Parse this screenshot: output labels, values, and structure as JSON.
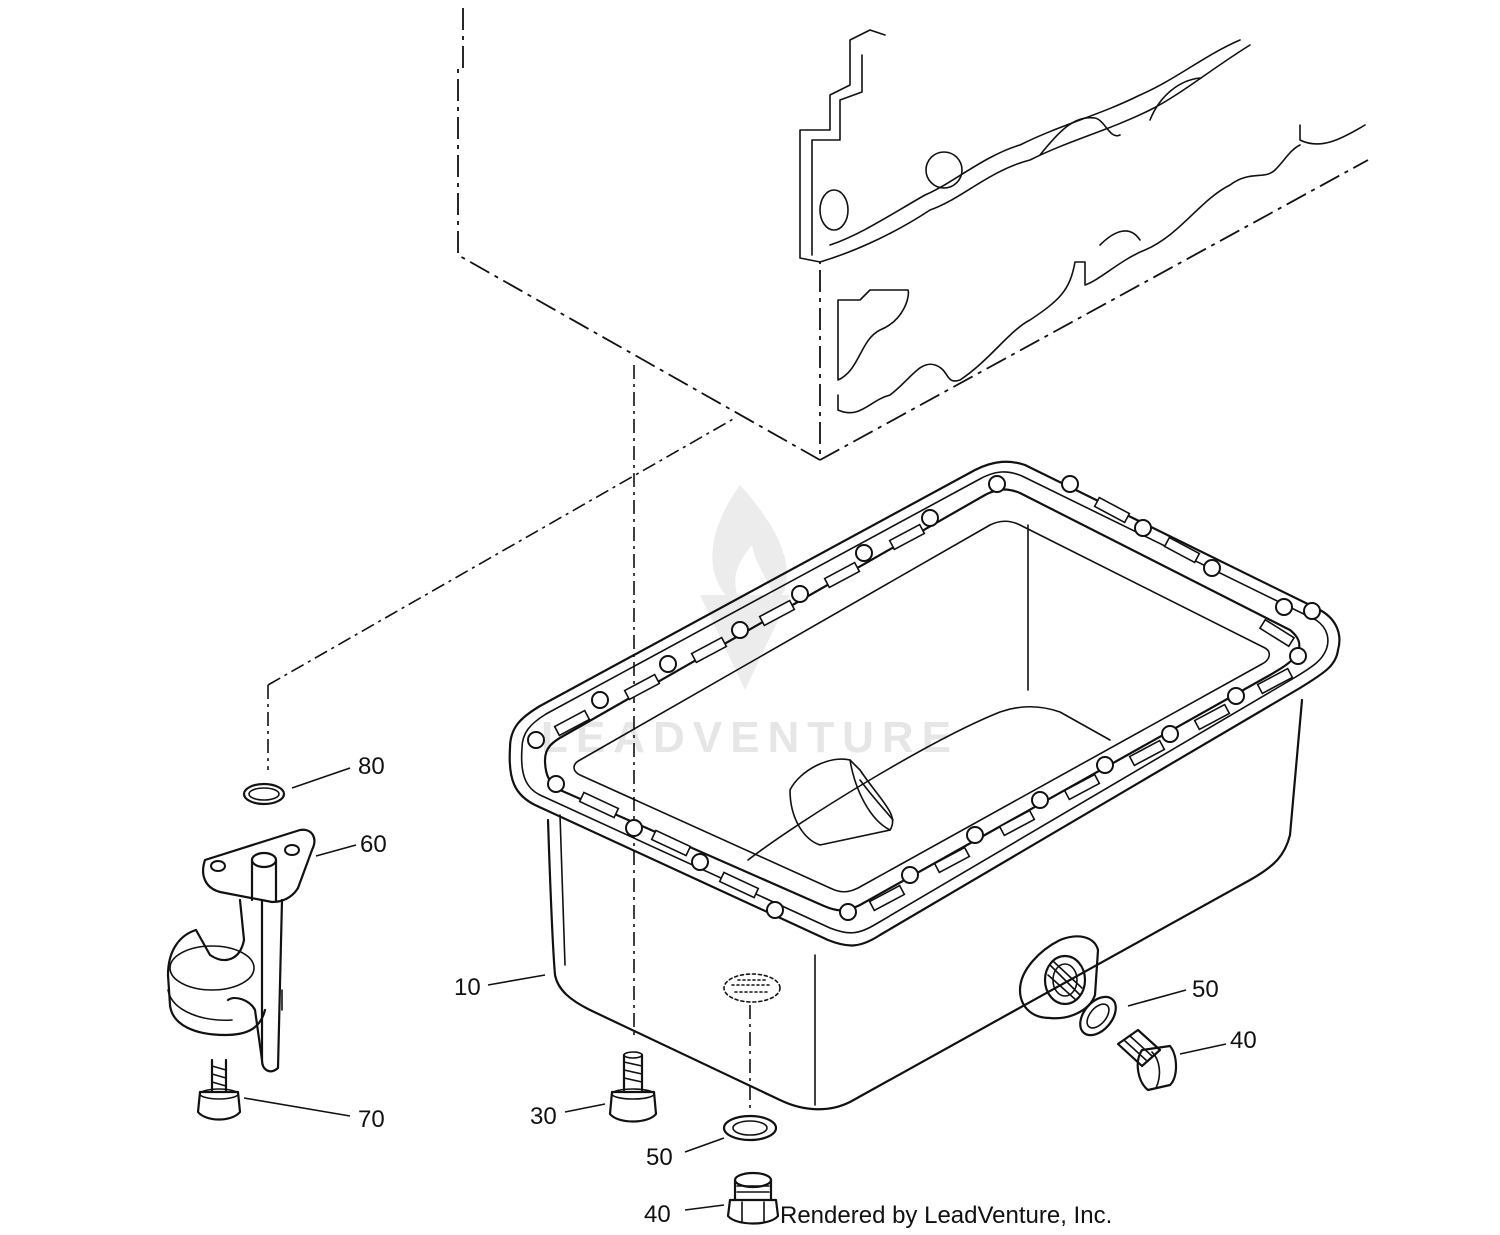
{
  "watermark": {
    "text": "LEADVENTURE"
  },
  "credit": {
    "text": "Rendered by LeadVenture, Inc."
  },
  "callouts": {
    "c80": "80",
    "c60": "60",
    "c70": "70",
    "c10": "10",
    "c30": "30",
    "c50_right": "50",
    "c40_right": "40",
    "c50_bottom": "50",
    "c40_bottom": "40"
  }
}
